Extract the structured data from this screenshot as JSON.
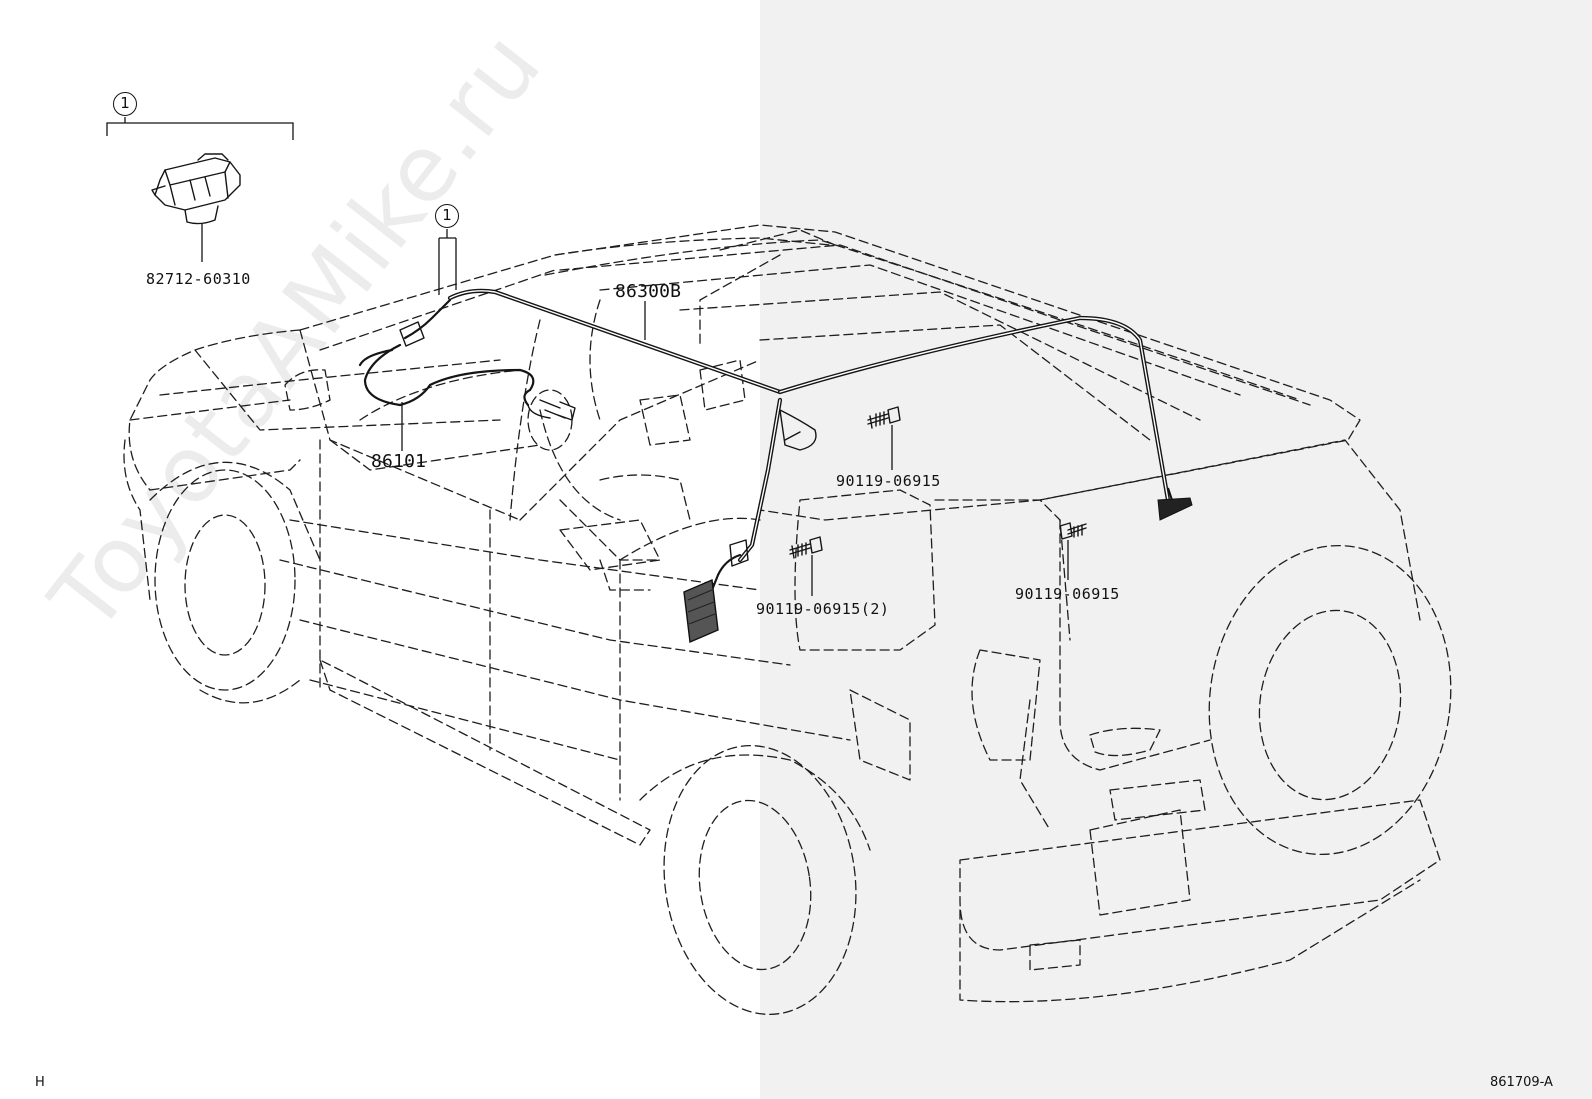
{
  "diagram_code": "861709-A",
  "corner_mark": "H",
  "watermark": "ToyotaAMike.ru",
  "callouts": [
    {
      "id": "callout-1-top",
      "label": "1"
    },
    {
      "id": "callout-1-harness",
      "label": "1"
    }
  ],
  "parts": {
    "bracket": "82712-60310",
    "antenna_cord": "86300B",
    "antenna_assy": "86101",
    "bolt_upper": "90119-06915",
    "bolt_lower": "90119-06915(2)",
    "bolt_rear": "90119-06915"
  }
}
